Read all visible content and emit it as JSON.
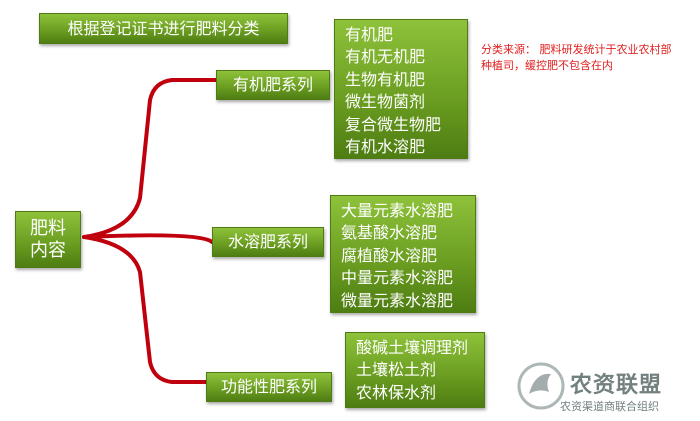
{
  "title": "根据登记证书进行肥料分类",
  "root": {
    "line1": "肥料",
    "line2": "内容"
  },
  "categories": [
    {
      "label": "有机肥系列",
      "items": [
        "有机肥",
        "有机无机肥",
        "生物有机肥",
        "微生物菌剂",
        "复合微生物肥",
        "有机水溶肥"
      ]
    },
    {
      "label": "水溶肥系列",
      "items": [
        "大量元素水溶肥",
        "氨基酸水溶肥",
        "腐植酸水溶肥",
        "中量元素水溶肥",
        "微量元素水溶肥"
      ]
    },
    {
      "label": "功能性肥系列",
      "items": [
        "酸碱土壤调理剂",
        "土壤松土剂",
        "农林保水剂"
      ]
    }
  ],
  "note": "分类来源： 肥料研发统计于农业农村部种植司，缓控肥不包含在内",
  "watermark": {
    "main": "农资联盟",
    "sub": "农资渠道商联合组织"
  },
  "colors": {
    "box_green": "#6c9f22",
    "connector": "#c0000c",
    "note_red": "#e02020"
  }
}
